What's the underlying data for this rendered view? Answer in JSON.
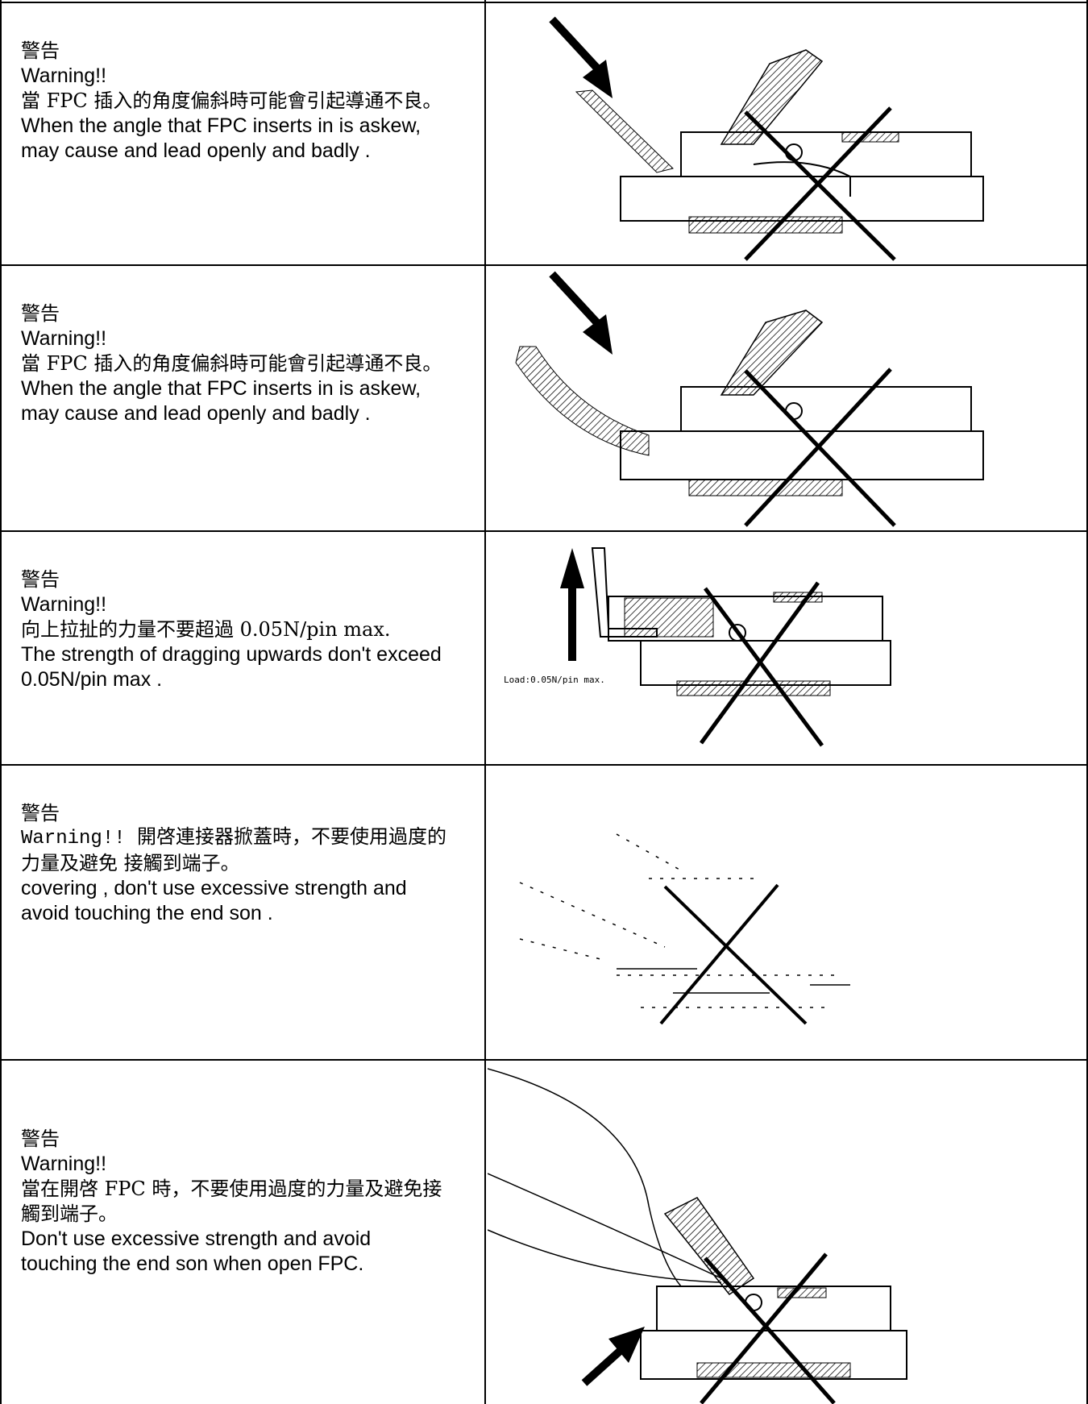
{
  "rows": [
    {
      "lines": [
        "警告",
        "Warning!!",
        "當 FPC 插入的角度偏斜時可能會引起導通不良。",
        "When the angle that FPC inserts in is askew,",
        "may cause and lead openly and badly ."
      ]
    },
    {
      "lines": [
        "警告",
        "Warning!!",
        "當 FPC 插入的角度偏斜時可能會引起導通不良。",
        "When the angle that FPC inserts in is askew,",
        "may cause and lead openly and badly ."
      ]
    },
    {
      "lines": [
        "警告",
        "Warning!!",
        "向上拉扯的力量不要超過  0.05N/pin max.",
        "The strength of dragging upwards don't exceed",
        "0.05N/pin max ."
      ],
      "figure_label": "Load:0.05N/pin max."
    },
    {
      "lines": [
        "警告",
        "Warning!! 開啓連接器掀蓋時，不要使用過度的",
        "力量及避免 接觸到端子。",
        "covering , don't use excessive strength and",
        "avoid touching the end son ."
      ]
    },
    {
      "lines": [
        "警告",
        "Warning!!",
        "當在開啓  FPC 時，不要使用過度的力量及避免接",
        "觸到端子。",
        "Don't use excessive strength and avoid",
        "touching the end son when open FPC."
      ]
    }
  ]
}
